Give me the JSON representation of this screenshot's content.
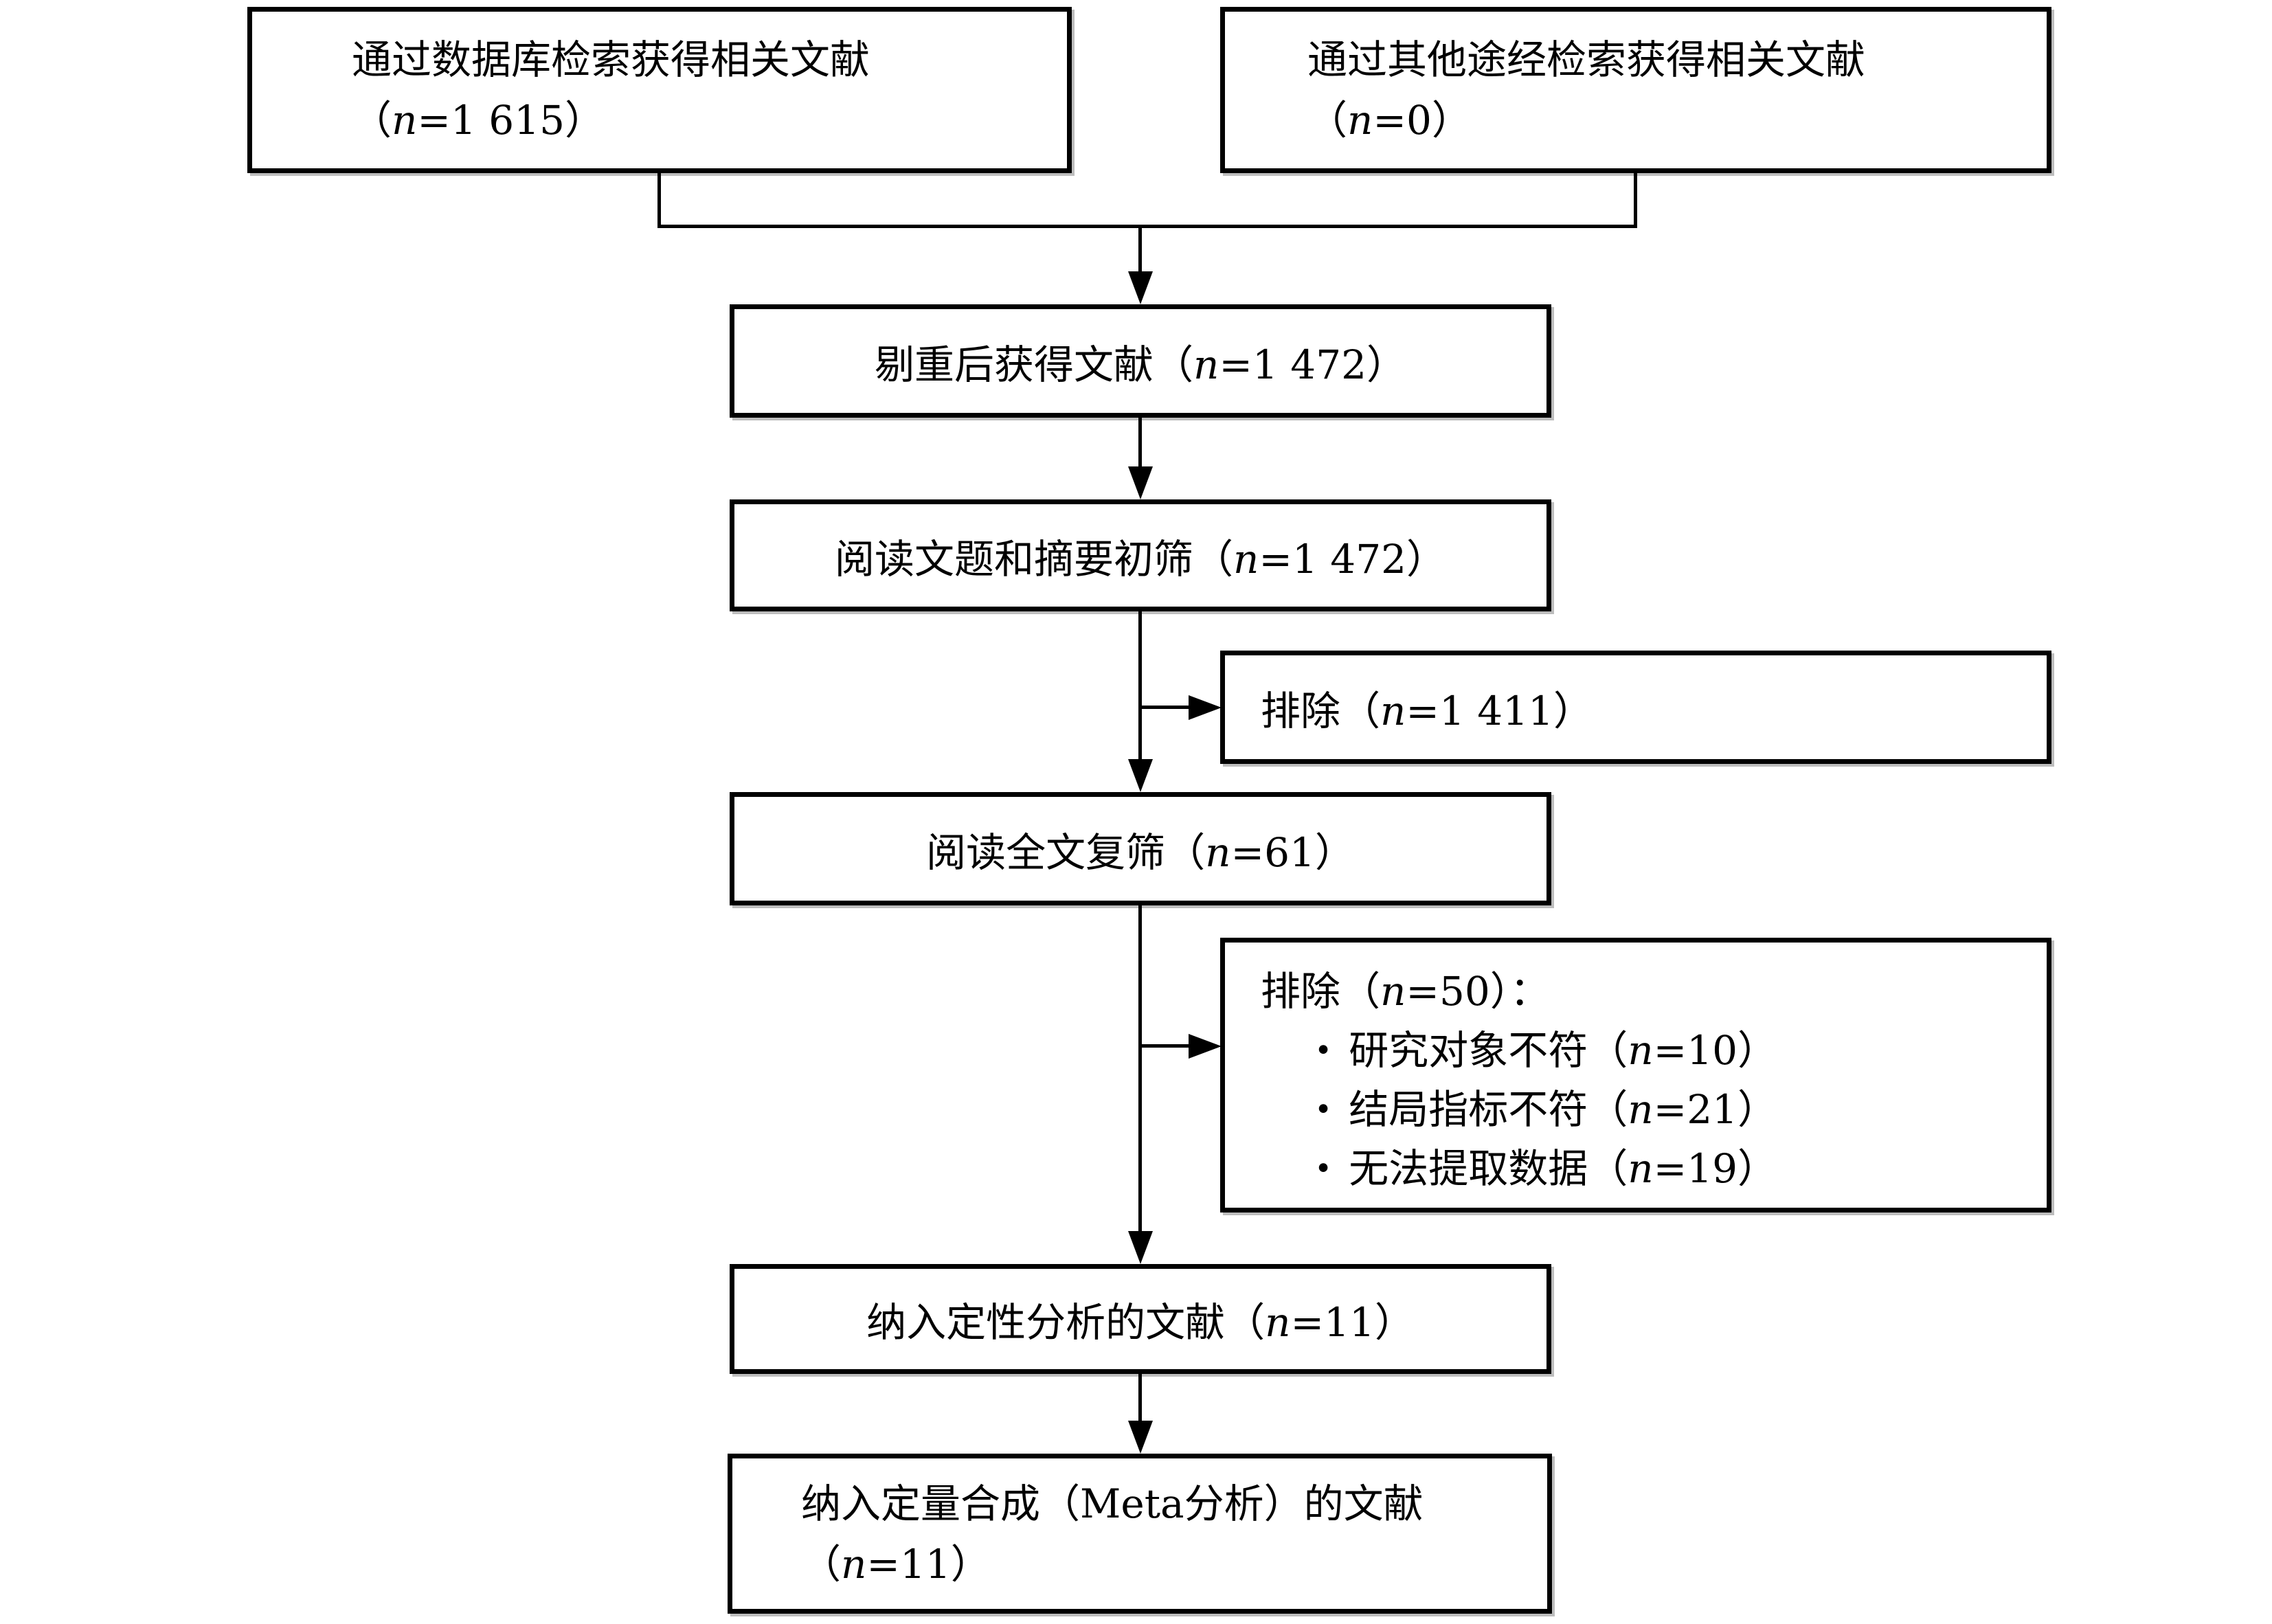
{
  "diagram": {
    "bullet": "•",
    "boxes": {
      "db_search": {
        "title": "通过数据库检索获得相关文献",
        "count_pre": "（",
        "n": "n",
        "count_post": "=1 615）"
      },
      "other_search": {
        "title": "通过其他途经检索获得相关文献",
        "count_pre": "（",
        "n": "n",
        "count_post": "=0）"
      },
      "dedup": {
        "pre": "剔重后获得文献（",
        "n": "n",
        "post": "=1 472）"
      },
      "screen_title_abstract": {
        "pre": "阅读文题和摘要初筛（",
        "n": "n",
        "post": "=1 472）"
      },
      "excluded_initial": {
        "pre": "排除（",
        "n": "n",
        "post": "=1 411）"
      },
      "fulltext_review": {
        "pre": "阅读全文复筛（",
        "n": "n",
        "post": "=61）"
      },
      "excluded_fulltext": {
        "heading_pre": "排除（",
        "n": "n",
        "heading_post": "=50）：",
        "reasons": [
          {
            "pre": "研究对象不符（",
            "n": "n",
            "post": "=10）"
          },
          {
            "pre": "结局指标不符（",
            "n": "n",
            "post": "=21）"
          },
          {
            "pre": "无法提取数据（",
            "n": "n",
            "post": "=19）"
          }
        ]
      },
      "qualitative": {
        "pre": "纳入定性分析的文献（",
        "n": "n",
        "post": "=11）"
      },
      "quantitative": {
        "title": "纳入定量合成（Meta分析）的文献",
        "count_pre": "（",
        "n": "n",
        "count_post": "=11）"
      }
    }
  }
}
